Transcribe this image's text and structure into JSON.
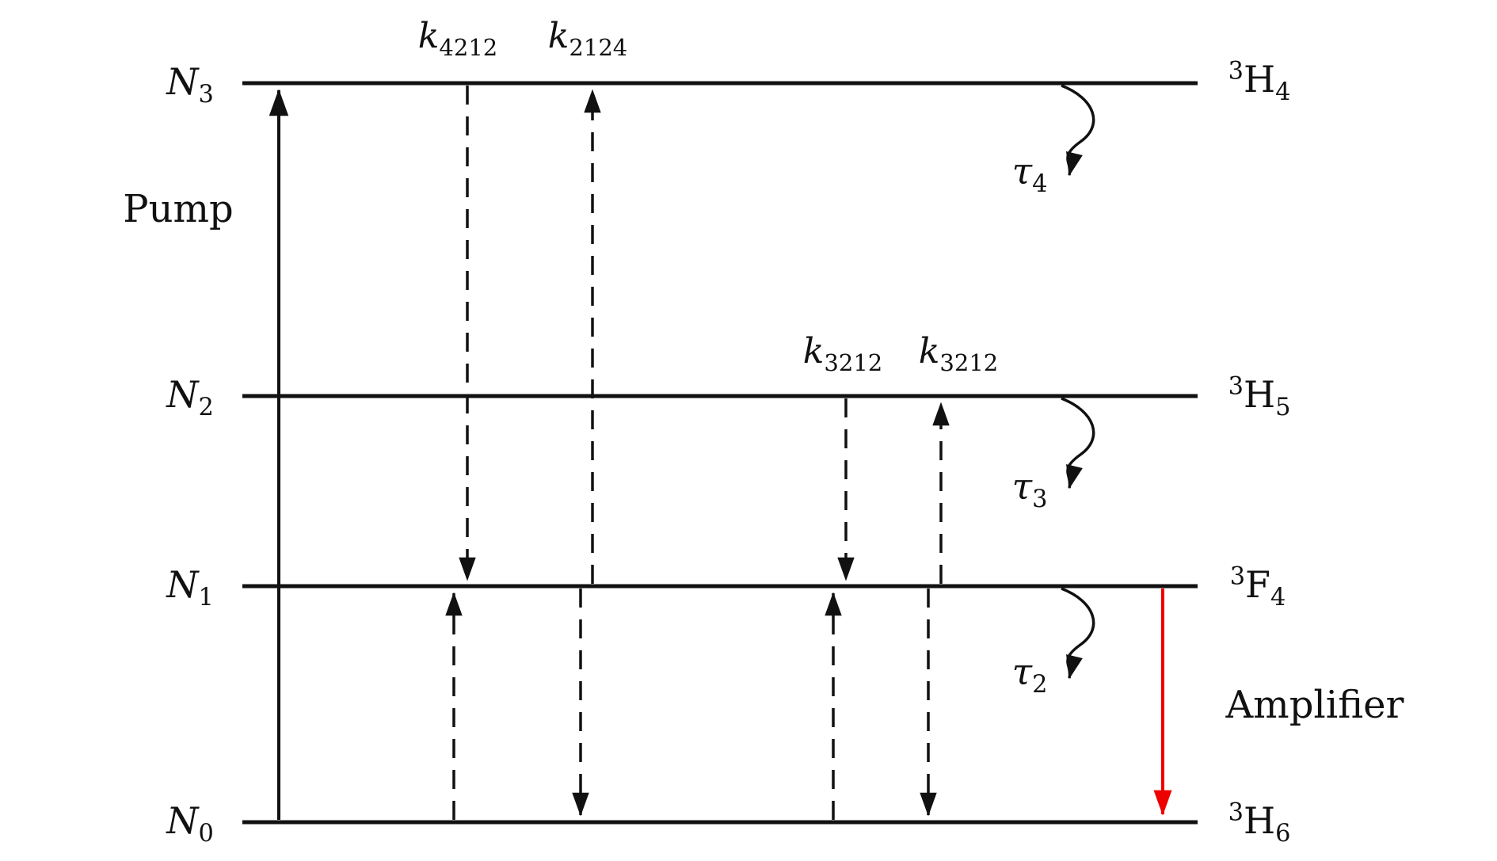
{
  "diagram": {
    "colors": {
      "background": "#ffffff",
      "line": "#111111",
      "amplifier": "#ee0000"
    },
    "levels": [
      {
        "name": "N3",
        "left": {
          "main": "N",
          "sub": "3"
        },
        "right": {
          "sup": "3",
          "main": "H",
          "sub": "4"
        }
      },
      {
        "name": "N2",
        "left": {
          "main": "N",
          "sub": "2"
        },
        "right": {
          "sup": "3",
          "main": "H",
          "sub": "5"
        }
      },
      {
        "name": "N1",
        "left": {
          "main": "N",
          "sub": "1"
        },
        "right": {
          "sup": "3",
          "main": "F",
          "sub": "4"
        }
      },
      {
        "name": "N0",
        "left": {
          "main": "N",
          "sub": "0"
        },
        "right": {
          "sup": "3",
          "main": "H",
          "sub": "6"
        }
      }
    ],
    "pump_label": "Pump",
    "amplifier_label": "Amplifier",
    "rates": [
      {
        "main": "k",
        "sub": "4212"
      },
      {
        "main": "k",
        "sub": "2124"
      },
      {
        "main": "k",
        "sub": "3212"
      },
      {
        "main": "k",
        "sub": "3212"
      }
    ],
    "lifetimes": [
      {
        "main": "τ",
        "sub": "4"
      },
      {
        "main": "τ",
        "sub": "3"
      },
      {
        "main": "τ",
        "sub": "2"
      }
    ]
  }
}
